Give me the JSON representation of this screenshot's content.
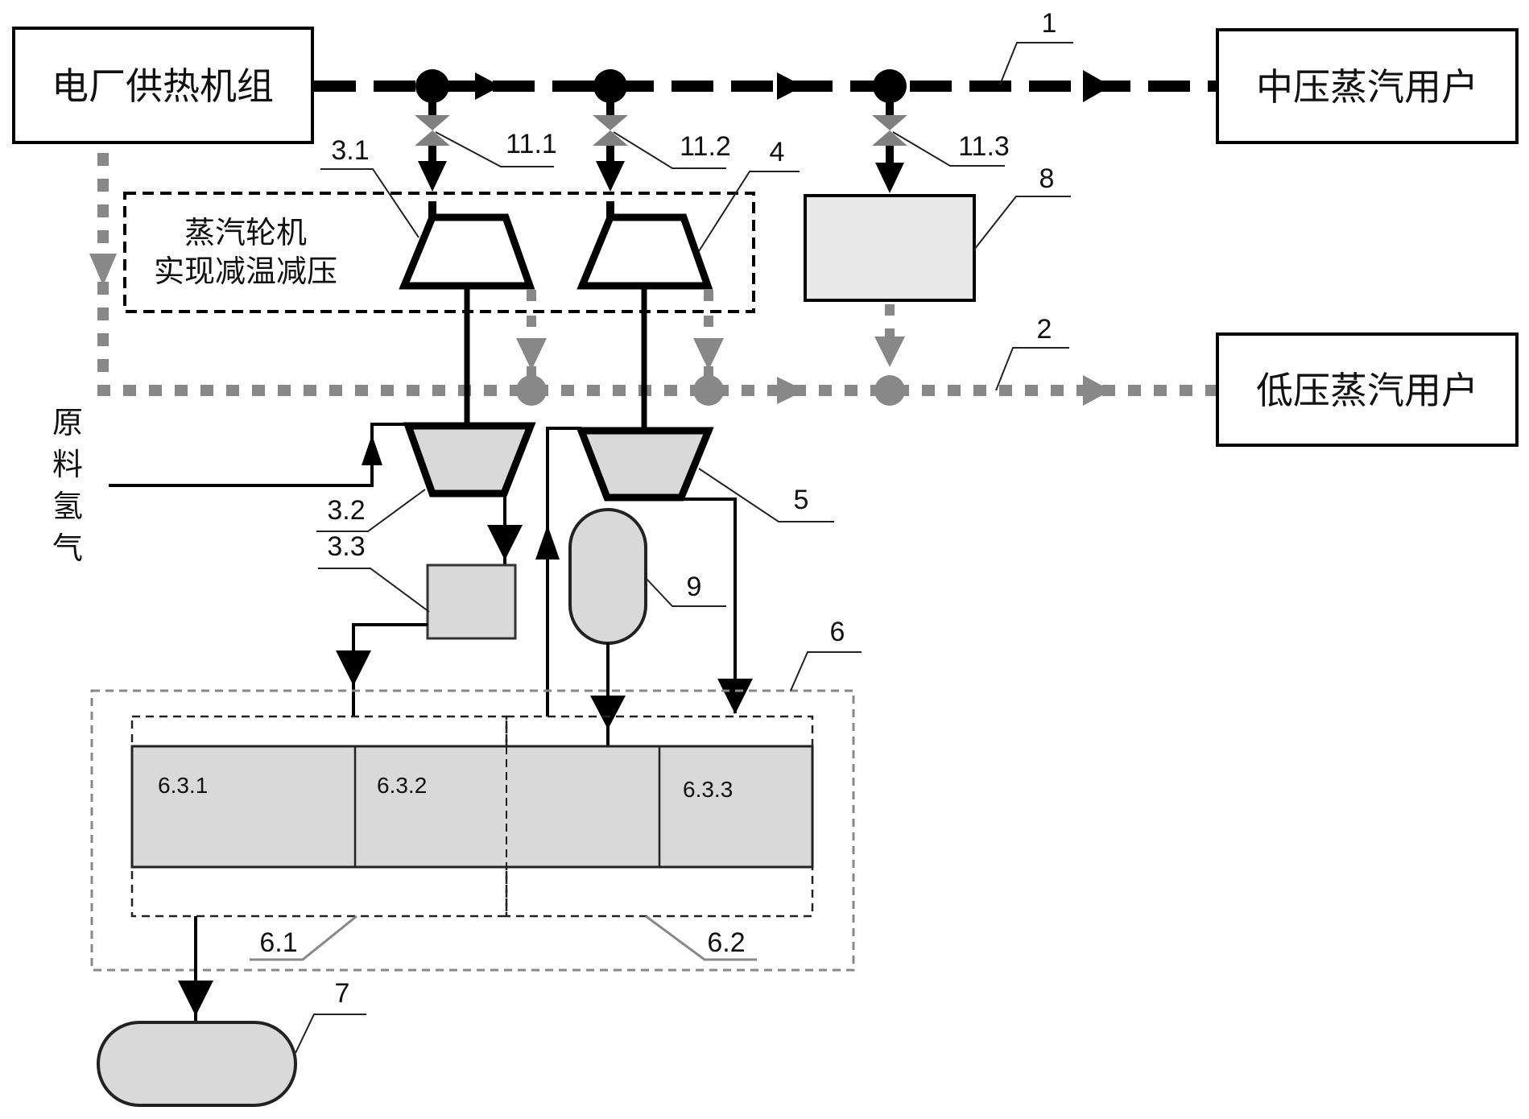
{
  "diagram": {
    "type": "process-flow-diagram",
    "colors": {
      "high_pressure_steam": "#000000",
      "low_pressure_steam": "#888888",
      "equipment_fill": "#d9d9d9",
      "box_8_fill": "#e8e8e8"
    },
    "boxes": {
      "source": "电厂供热机组",
      "mp_user": "中压蒸汽用户",
      "lp_user": "低压蒸汽用户"
    },
    "notes": {
      "turbine_group_line1": "蒸汽轮机",
      "turbine_group_line2": "实现减温减压",
      "feed": [
        "原",
        "料",
        "氢",
        "气"
      ]
    },
    "labels": {
      "line1": "1",
      "line2": "2",
      "turbine_3_1": "3.1",
      "compressor_3_2": "3.2",
      "box_3_3": "3.3",
      "turbine_4": "4",
      "compressor_5": "5",
      "unit_6": "6",
      "unit_6_1": "6.1",
      "unit_6_2": "6.2",
      "cell_6_3_1": "6.3.1",
      "cell_6_3_2": "6.3.2",
      "cell_6_3_3": "6.3.3",
      "tank_7": "7",
      "box_8": "8",
      "vessel_9": "9",
      "valve_11_1": "11.1",
      "valve_11_2": "11.2",
      "valve_11_3": "11.3"
    },
    "icons": {
      "junction": "filled-circle",
      "valve": "gate-valve-bowtie",
      "flow_arrow": "triangle-arrow",
      "turbine": "trapezoid-turbine",
      "compressor": "inverted-trapezoid-compressor",
      "vessel": "capsule-vessel"
    }
  }
}
